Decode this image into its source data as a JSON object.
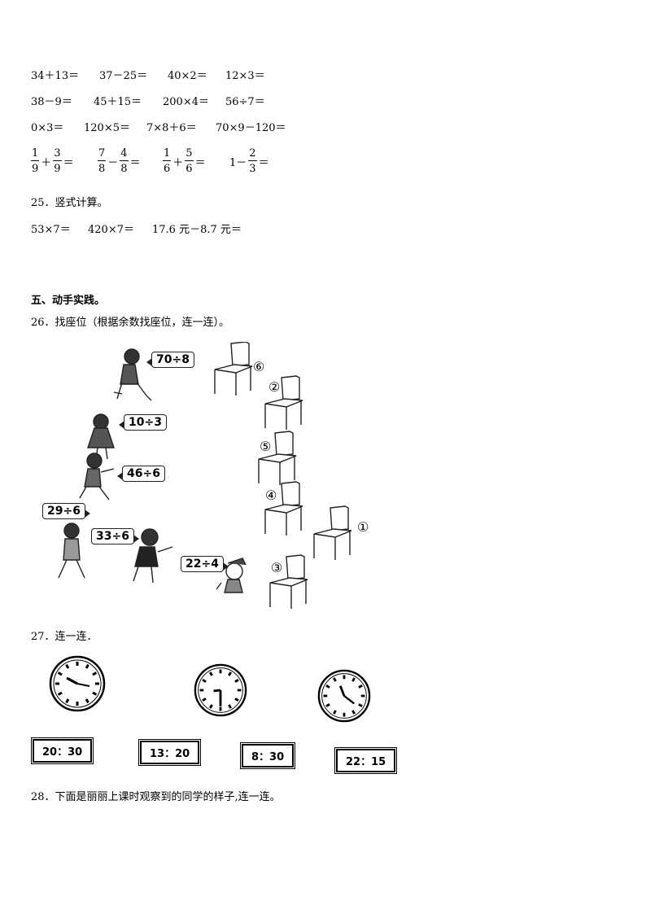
{
  "arith": {
    "r1": [
      "34＋13＝",
      "37－25＝",
      "40×2＝",
      "12×3＝"
    ],
    "r2": [
      "38－9＝",
      "45＋15＝",
      "200×4＝",
      "56÷7＝"
    ],
    "r3": [
      "0×3＝",
      "120×5＝",
      "7×8＋6＝",
      "70×9－120＝"
    ],
    "fractions": [
      {
        "n1": "1",
        "d1": "9",
        "op": "＋",
        "n2": "3",
        "d2": "9",
        "eq": "＝"
      },
      {
        "n1": "7",
        "d1": "8",
        "op": "－",
        "n2": "4",
        "d2": "8",
        "eq": "＝"
      },
      {
        "n1": "1",
        "d1": "6",
        "op": "＋",
        "n2": "5",
        "d2": "6",
        "eq": "＝"
      },
      {
        "whole": "1－",
        "n2": "2",
        "d2": "3",
        "eq": "＝"
      }
    ]
  },
  "q25": {
    "title": "25．竖式计算。",
    "items": [
      "53×7＝",
      "420×7＝",
      "17.6 元－8.7 元＝"
    ]
  },
  "section5": {
    "title": "五、动手实践。"
  },
  "q26": {
    "title": "26．找座位（根据余数找座位，连一连）。",
    "bubbles": [
      "70÷8",
      "10÷3",
      "46÷6",
      "29÷6",
      "33÷6",
      "22÷4"
    ],
    "seats": [
      "⑥",
      "②",
      "⑤",
      "④",
      "①",
      "③"
    ]
  },
  "q27": {
    "title": "27．连一连．",
    "times": [
      "20：30",
      "13：20",
      "8：30",
      "22：15"
    ]
  },
  "q28": {
    "title": "28．下面是丽丽上课时观察到的同学的样子,连一连。"
  }
}
